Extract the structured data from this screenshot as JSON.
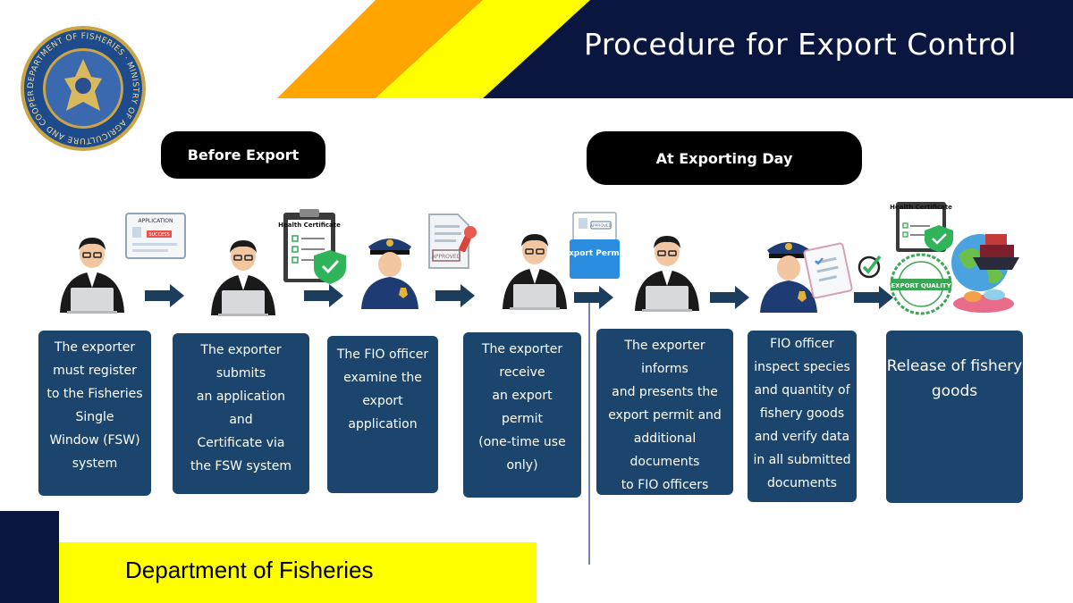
{
  "header": {
    "title": "Procedure for Export Control"
  },
  "logo": {
    "ring_text": "DEPARTMENT OF FISHERIES · MINISTRY OF AGRICULTURE AND COOPERATIVES"
  },
  "phases": {
    "before": "Before Export",
    "at": "At Exporting Day"
  },
  "icons": {
    "application_doc_title": "APPLICATION",
    "application_doc_status": "SUCCESS",
    "health_cert_1": "Health Certificate",
    "health_cert_2": "Health Certificate",
    "approved_stamp": "APPROVED",
    "permit_card_stamp": "APPROVED",
    "export_permit_label": "Export Permit",
    "export_quality_seal": "EXPORT QUALITY"
  },
  "steps": [
    {
      "text": "The exporter\nmust register\nto the Fisheries\nSingle\nWindow (FSW)\nsystem"
    },
    {
      "text": "The exporter\nsubmits\nan application\nand\nCertificate via\nthe FSW system"
    },
    {
      "text": "The FIO officer\nexamine the\nexport\napplication"
    },
    {
      "text": "The exporter\nreceive\nan export\npermit\n(one-time use\nonly)"
    },
    {
      "text": "The exporter\ninforms\nand presents the\nexport permit and\nadditional\ndocuments\nto FIO officers"
    },
    {
      "text": "FIO officer\ninspect species\nand quantity of\nfishery goods\nand verify data\nin all submitted\ndocuments"
    },
    {
      "text": "Release of fishery\ngoods"
    }
  ],
  "footer": {
    "label": "Department of Fisheries"
  },
  "colors": {
    "navy": "#0b1640",
    "box": "#1b456c",
    "yellow": "#ffff00",
    "orange": "#ffa500",
    "arrow": "#1d3d5c"
  }
}
